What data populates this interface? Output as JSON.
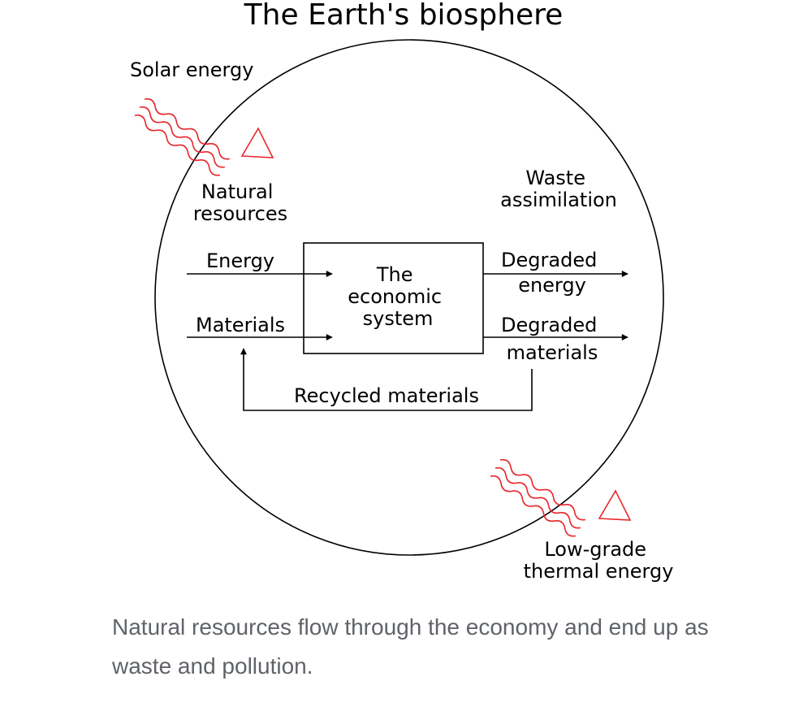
{
  "diagram": {
    "title": "The Earth's biosphere",
    "solar_energy": "Solar energy",
    "natural_resources": [
      "Natural",
      "resources"
    ],
    "waste_assimilation": [
      "Waste",
      "assimilation"
    ],
    "energy": "Energy",
    "materials": "Materials",
    "economic_system": [
      "The",
      "economic",
      "system"
    ],
    "degraded_energy": [
      "Degraded",
      "energy"
    ],
    "degraded_materials": [
      "Degraded",
      "materials"
    ],
    "recycled_materials": "Recycled materials",
    "thermal_energy": [
      "Low-grade",
      "thermal energy"
    ]
  },
  "caption": "Natural resources flow through the economy and end up as waste and pollution.",
  "colors": {
    "ink": "#000000",
    "heat_waves": "#e8262b",
    "caption": "#5f6368"
  }
}
